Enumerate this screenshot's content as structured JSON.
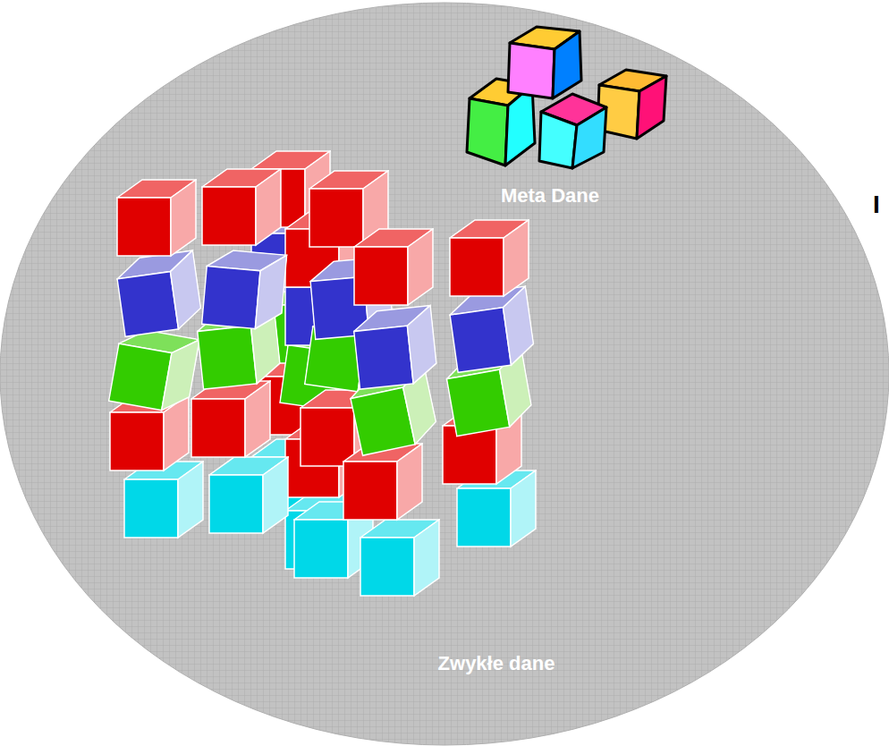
{
  "diagram": {
    "labels": [
      "Meta Dane",
      "Zwykłe dane",
      "I"
    ]
  }
}
